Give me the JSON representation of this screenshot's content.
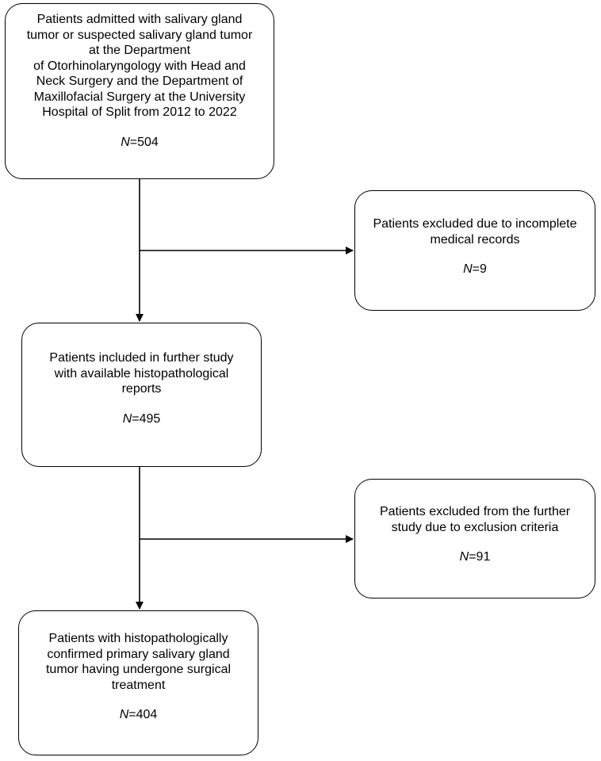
{
  "flowchart": {
    "admitted": {
      "lines": [
        "Patients admitted with salivary gland",
        "tumor or suspected salivary gland tumor",
        "at the Department",
        "of Otorhinolaryngology with Head and",
        "Neck Surgery and the Department of",
        "Maxillofacial Surgery at the University",
        "Hospital of Split from 2012 to 2022"
      ],
      "n_label": "N",
      "n_value": "=504"
    },
    "excluded_records": {
      "lines": [
        "Patients excluded due to incomplete",
        "medical records"
      ],
      "n_label": "N",
      "n_value": "=9"
    },
    "included": {
      "lines": [
        "Patients included in further study",
        "with available histopathological",
        "reports"
      ],
      "n_label": "N",
      "n_value": "=495"
    },
    "excluded_criteria": {
      "lines": [
        "Patients excluded from the further",
        "study due to exclusion criteria"
      ],
      "n_label": "N",
      "n_value": "=91"
    },
    "confirmed": {
      "lines": [
        "Patients with histopathologically",
        "confirmed primary salivary gland",
        "tumor having undergone surgical",
        "treatment"
      ],
      "n_label": "N",
      "n_value": "=404"
    }
  }
}
